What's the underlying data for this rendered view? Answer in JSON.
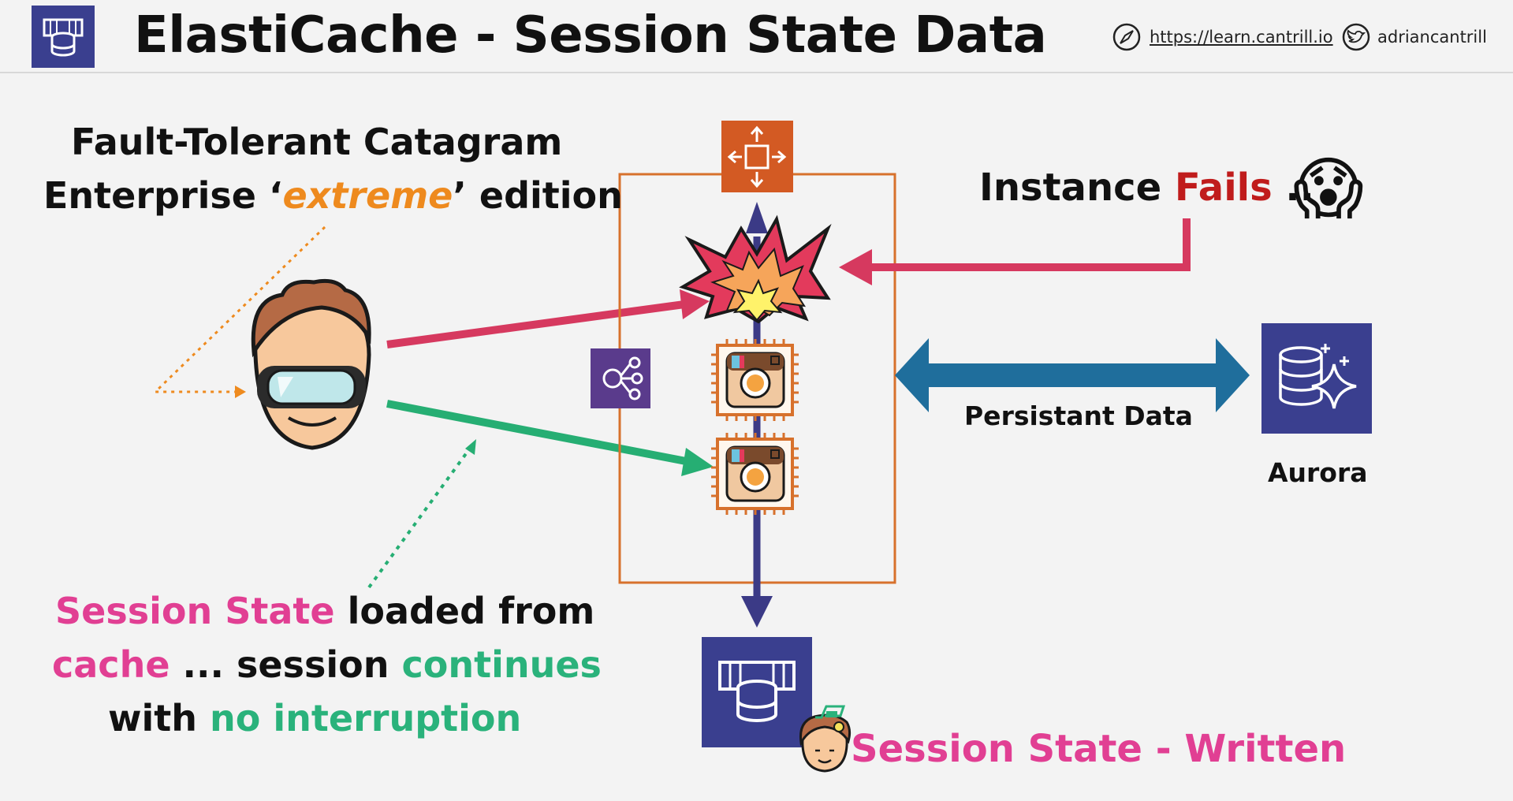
{
  "header": {
    "title": "ElastiCache - Session State Data",
    "website": "https://learn.cantrill.io",
    "twitter": "adriancantrill",
    "logo_icon": "elasticache-icon",
    "website_icon": "compass-icon",
    "twitter_icon": "twitter-bird-icon"
  },
  "left_heading": {
    "line1": "Fault-Tolerant Catagram",
    "line2_before": "Enterprise ‘",
    "line2_highlight": "extreme",
    "line2_after": "’ edition",
    "highlight_color": "#ee8a1e"
  },
  "instance_fails": {
    "before": "Instance ",
    "fails": "Fails",
    "after": " ..",
    "fails_color": "#c01c1c",
    "emoji": "😱"
  },
  "persistent_data": {
    "label": "Persistant Data",
    "arrow_color": "#1f6e9c"
  },
  "aurora": {
    "label": "Aurora",
    "icon": "aurora-database-icon"
  },
  "session_loaded": {
    "line1_pink": "Session State",
    "line1_rest": " loaded from",
    "line2_pink": "cache",
    "line2_mid": " ... session ",
    "line2_green": "continues",
    "line3_black": "with ",
    "line3_green": "no interruption",
    "pink_color": "#e13f93",
    "green_color": "#2ab27b"
  },
  "session_written": {
    "label": "Session State - Written"
  },
  "colors": {
    "pink_arrow": "#d6395f",
    "green_arrow": "#26ae73",
    "navy": "#3b3a86",
    "orange_box": "#d7712c",
    "aws_dark": "#3a3f8f",
    "purple": "#5a3b8c"
  }
}
